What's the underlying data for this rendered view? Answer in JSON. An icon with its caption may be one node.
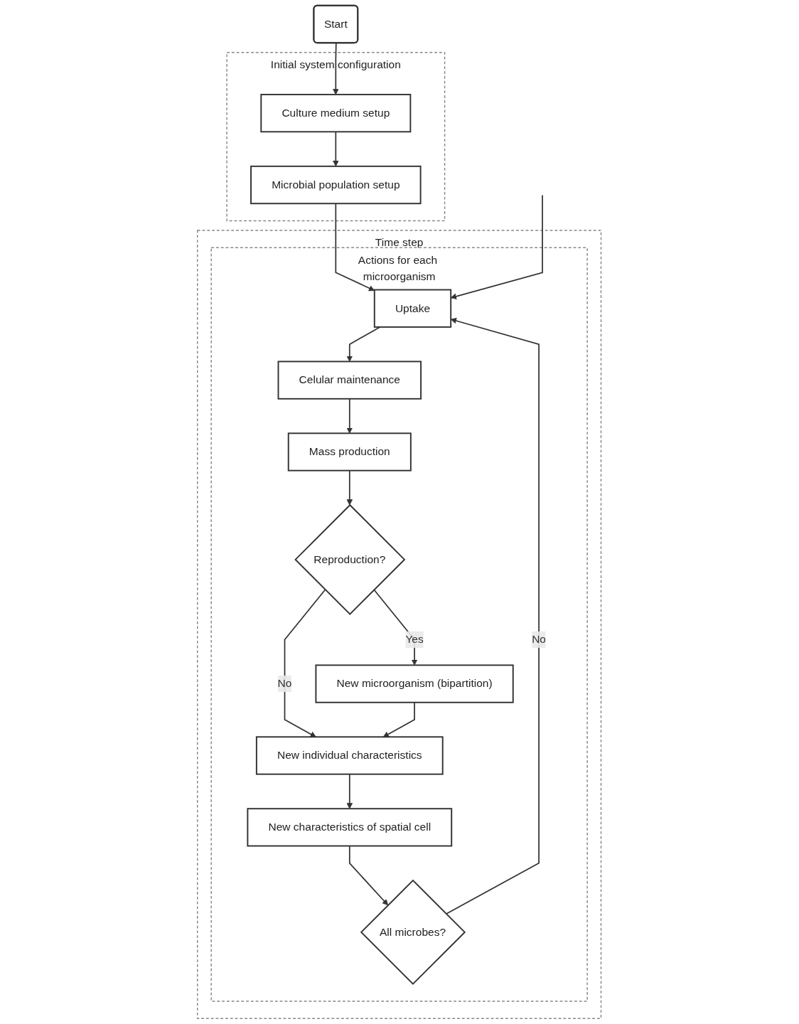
{
  "diagram": {
    "nodes": [
      {
        "text": [
          "Start"
        ]
      },
      {
        "text": [
          "Initial system configuration"
        ]
      },
      {
        "text": [
          "Culture medium setup"
        ],
        "in": 1
      },
      {
        "text": [
          "Microbial population setup"
        ],
        "in": 1
      },
      {
        "text": [
          "Time step"
        ]
      },
      {
        "text": [
          "Actions for each microorganism"
        ],
        "in": 4
      },
      {
        "text": [
          "Uptake"
        ],
        "in": 5
      },
      {
        "text": [
          "Celular maintenance"
        ],
        "in": 5
      },
      {
        "text": [
          "Mass production"
        ],
        "in": 5
      },
      {
        "text": [
          "Reproduction?"
        ],
        "in": 5
      },
      {
        "text": [
          "New microorganism (bipartition)"
        ],
        "in": 5
      },
      {
        "text": [
          "New individual characteristics"
        ],
        "in": 5
      },
      {
        "text": [
          "New characteristics of spatial cell"
        ],
        "in": 5
      },
      {
        "text": [
          "All microbes?"
        ],
        "in": 5
      }
    ],
    "edges": [
      {
        "from": 0,
        "to": 2,
        "arrow": "to"
      },
      {
        "from": 2,
        "to": 3,
        "arrow": "to"
      },
      {
        "from": 3,
        "to": 6,
        "arrow": "to"
      },
      {
        "from": null,
        "to": 6,
        "arrow": "to"
      },
      {
        "from": 6,
        "to": 7,
        "arrow": "to"
      },
      {
        "from": 7,
        "to": 8,
        "arrow": "to"
      },
      {
        "from": 8,
        "to": 9,
        "arrow": "to"
      },
      {
        "from": 9,
        "to": 10,
        "label": "Yes",
        "arrow": "to"
      },
      {
        "from": 9,
        "to": 11,
        "label": "No",
        "arrow": "to"
      },
      {
        "from": 10,
        "to": 11,
        "arrow": "to"
      },
      {
        "from": 11,
        "to": 12,
        "arrow": "to"
      },
      {
        "from": 12,
        "to": 13,
        "arrow": "to"
      },
      {
        "from": 13,
        "to": 6,
        "label": "No",
        "arrow": "to"
      }
    ]
  }
}
